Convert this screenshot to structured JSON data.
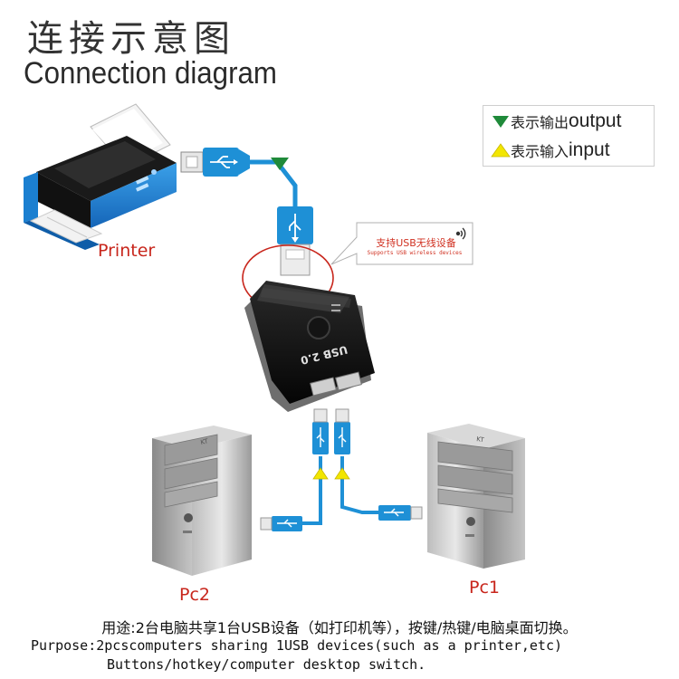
{
  "header": {
    "title_cn": "连接示意图",
    "title_en": "Connection diagram"
  },
  "legend": {
    "output_cn": "表示输出",
    "output_en": "output",
    "input_cn": "表示输入",
    "input_en": "input",
    "output_color": "#1f8a3a",
    "input_color": "#f2e600"
  },
  "labels": {
    "printer": "Printer",
    "pc1": "Pc1",
    "pc2": "Pc2",
    "accent": "#c8261c"
  },
  "callout": {
    "cn": "支持USB无线设备",
    "en": "Supports USB wireless devices"
  },
  "device": {
    "marking": "USB 2.0",
    "pc_marking": "KT"
  },
  "footer": {
    "cn": "用途:2台电脑共享1台USB设备（如打印机等），按键/热键/电脑桌面切换。",
    "en_line1": "Purpose:2pcscomputers sharing 1USB devices(such as a printer,etc)",
    "en_line2": "Buttons/hotkey/computer desktop switch."
  },
  "colors": {
    "cable": "#1e90d6",
    "cable_dark": "#0b5fa5"
  }
}
